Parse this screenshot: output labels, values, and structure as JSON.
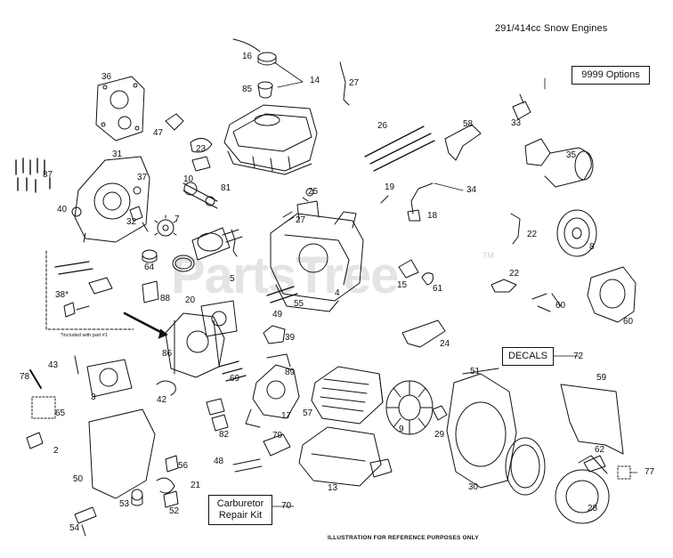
{
  "header": {
    "title": "291/414cc Snow Engines"
  },
  "boxes": {
    "options": "9999 Options",
    "decals": "DECALS",
    "decals_ref": "72",
    "carburetor_line1": "Carburetor",
    "carburetor_line2": "Repair Kit",
    "carburetor_ref": "70"
  },
  "note": "*Included with part #1",
  "footer": "ILLUSTRATION FOR REFERENCE PURPOSES ONLY",
  "watermark": "PartsTree",
  "watermark_tm": "TM",
  "callouts": [
    {
      "id": "16"
    },
    {
      "id": "85"
    },
    {
      "id": "14"
    },
    {
      "id": "27"
    },
    {
      "id": "36"
    },
    {
      "id": "33"
    },
    {
      "id": "47"
    },
    {
      "id": "23"
    },
    {
      "id": "26"
    },
    {
      "id": "58"
    },
    {
      "id": "35"
    },
    {
      "id": "31"
    },
    {
      "id": "87"
    },
    {
      "id": "37"
    },
    {
      "id": "10"
    },
    {
      "id": "81"
    },
    {
      "id": "25"
    },
    {
      "id": "19"
    },
    {
      "id": "34"
    },
    {
      "id": "40"
    },
    {
      "id": "32"
    },
    {
      "id": "7"
    },
    {
      "id": "27b"
    },
    {
      "id": "18"
    },
    {
      "id": "22"
    },
    {
      "id": "8"
    },
    {
      "id": "64"
    },
    {
      "id": "5"
    },
    {
      "id": "4"
    },
    {
      "id": "15"
    },
    {
      "id": "61"
    },
    {
      "id": "22b"
    },
    {
      "id": "38*"
    },
    {
      "id": "88"
    },
    {
      "id": "20"
    },
    {
      "id": "55"
    },
    {
      "id": "49"
    },
    {
      "id": "60"
    },
    {
      "id": "60b"
    },
    {
      "id": "86"
    },
    {
      "id": "39"
    },
    {
      "id": "24"
    },
    {
      "id": "43"
    },
    {
      "id": "78"
    },
    {
      "id": "89"
    },
    {
      "id": "69"
    },
    {
      "id": "3"
    },
    {
      "id": "42"
    },
    {
      "id": "51"
    },
    {
      "id": "59"
    },
    {
      "id": "65"
    },
    {
      "id": "57"
    },
    {
      "id": "17"
    },
    {
      "id": "9"
    },
    {
      "id": "29"
    },
    {
      "id": "82"
    },
    {
      "id": "2"
    },
    {
      "id": "79"
    },
    {
      "id": "56"
    },
    {
      "id": "48"
    },
    {
      "id": "50"
    },
    {
      "id": "21"
    },
    {
      "id": "13"
    },
    {
      "id": "30"
    },
    {
      "id": "62"
    },
    {
      "id": "77"
    },
    {
      "id": "53"
    },
    {
      "id": "52"
    },
    {
      "id": "28"
    },
    {
      "id": "54"
    }
  ],
  "labels": {
    "16": "16",
    "85": "85",
    "14": "14",
    "27": "27",
    "36": "36",
    "33": "33",
    "47": "47",
    "23": "23",
    "26": "26",
    "58": "58",
    "35": "35",
    "31": "31",
    "87": "87",
    "37": "37",
    "10": "10",
    "81": "81",
    "25": "25",
    "19": "19",
    "34": "34",
    "40": "40",
    "32": "32",
    "7": "7",
    "27b": "27",
    "18": "18",
    "22": "22",
    "8": "8",
    "64": "64",
    "5": "5",
    "4": "4",
    "15": "15",
    "61": "61",
    "22b": "22",
    "38s": "38*",
    "88": "88",
    "20": "20",
    "55": "55",
    "49": "49",
    "60": "60",
    "60b": "60",
    "86": "86",
    "39": "39",
    "24": "24",
    "43": "43",
    "78": "78",
    "89": "89",
    "69": "69",
    "3": "3",
    "42": "42",
    "51": "51",
    "59": "59",
    "65": "65",
    "57": "57",
    "17": "17",
    "9": "9",
    "29": "29",
    "82": "82",
    "2": "2",
    "79": "79",
    "56": "56",
    "48": "48",
    "50": "50",
    "21": "21",
    "13": "13",
    "30": "30",
    "62": "62",
    "77": "77",
    "53": "53",
    "52": "52",
    "28": "28",
    "54": "54"
  }
}
